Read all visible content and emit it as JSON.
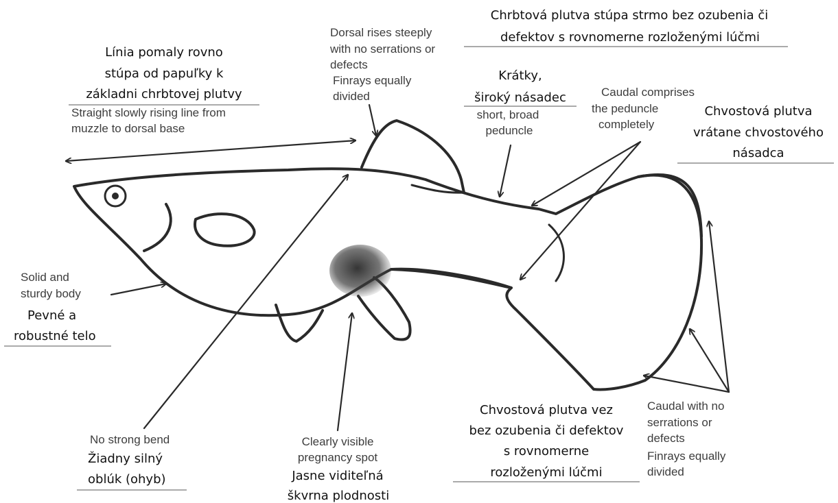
{
  "labels": {
    "dorsal_sk_1": "Chrbtová plutva stúpa strmo bez ozubenia či",
    "dorsal_sk_2": "defektov s rovnomerne rozloženými lúčmi",
    "dorsal_en_1": "Dorsal rises steeply",
    "dorsal_en_2": "with no serrations or",
    "dorsal_en_3": "defects",
    "dorsal_en_4": "Finrays equally",
    "dorsal_en_5": "divided",
    "line_sk_1": "Línia pomaly rovno",
    "line_sk_2": "stúpa od papuľky k",
    "line_sk_3": "základni chrbtovej plutvy",
    "line_en_1": "Straight slowly rising line from",
    "line_en_2": "muzzle to dorsal base",
    "peduncle_sk_1": "Krátky,",
    "peduncle_sk_2": "široký násadec",
    "peduncle_en_1": "short, broad",
    "peduncle_en_2": "peduncle",
    "caudal_ped_en_1": "Caudal comprises",
    "caudal_ped_en_2": "the peduncle",
    "caudal_ped_en_3": "completely",
    "caudal_ped_sk_1": "Chvostová plutva",
    "caudal_ped_sk_2": "vrátane chvostového",
    "caudal_ped_sk_3": "násadca",
    "body_en_1": "Solid and",
    "body_en_2": "sturdy body",
    "body_sk_1": "Pevné a",
    "body_sk_2": "robustné telo",
    "bend_en_1": "No strong bend",
    "bend_sk_1": "Žiadny silný",
    "bend_sk_2": "oblúk (ohyb)",
    "spot_en_1": "Clearly visible",
    "spot_en_2": "pregnancy spot",
    "spot_sk_1": "Jasne viditeľná",
    "spot_sk_2": "škvrna plodnosti",
    "caudal_sk_1": "Chvostová plutva vez",
    "caudal_sk_2": "bez ozubenia či defektov",
    "caudal_sk_3": "s rovnomerne",
    "caudal_sk_4": "rozloženými lúčmi",
    "caudal_en_1": "Caudal with no",
    "caudal_en_2": "serrations or",
    "caudal_en_3": "defects",
    "caudal_en_4": "Finrays equally",
    "caudal_en_5": "divided"
  }
}
